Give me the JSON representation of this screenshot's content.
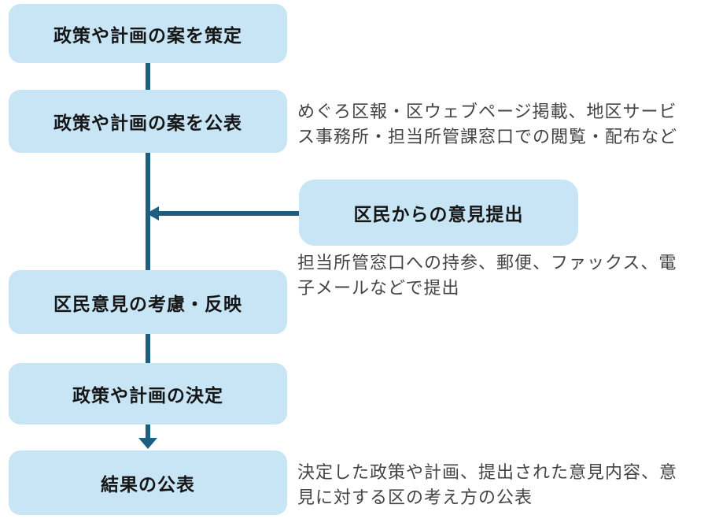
{
  "flow": {
    "boxes": [
      {
        "label": "政策や計画の案を策定"
      },
      {
        "label": "政策や計画の案を公表"
      },
      {
        "label": "区民意見の考慮・反映"
      },
      {
        "label": "政策や計画の決定"
      },
      {
        "label": "結果の公表"
      }
    ],
    "side_box": {
      "label": "区民からの意見提出"
    },
    "annotations": {
      "publish_methods": "めぐろ区報・区ウェブページ掲載、地区サービ\nス事務所・担当所管課窓口での閲覧・配布など",
      "submission_methods": "担当所管窓口への持参、郵便、ファックス、電\n子メールなどで提出",
      "result_publication": "決定した政策や計画、提出された意見内容、意\n見に対する区の考え方の公表"
    },
    "colors": {
      "box_fill": "#c8e5f5",
      "connector": "#1d5f80",
      "box_text": "#161616",
      "annotation_text": "#444444",
      "background": "#ffffff"
    }
  }
}
